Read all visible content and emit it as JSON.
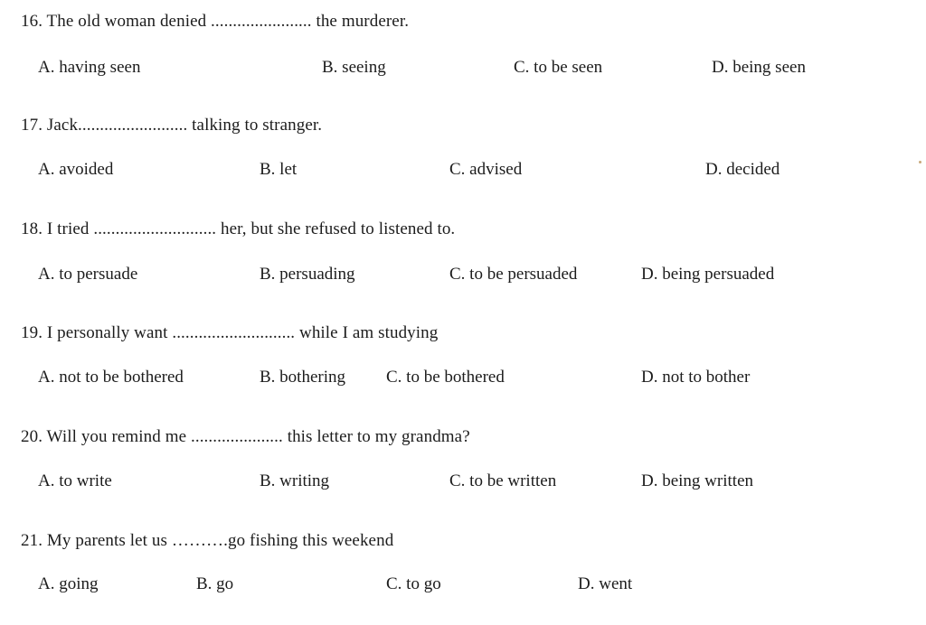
{
  "questions": [
    {
      "stem": "16. The old woman denied ....................... the murderer.",
      "options": [
        "A. having seen",
        "B. seeing",
        "C. to be seen",
        "D. being seen"
      ]
    },
    {
      "stem": "17. Jack......................... talking to stranger.",
      "options": [
        "A. avoided",
        "B. let",
        "C. advised",
        "D. decided"
      ]
    },
    {
      "stem": "18. I tried ............................ her, but she refused to listened to.",
      "options": [
        "A. to persuade",
        "B. persuading",
        "C. to be persuaded",
        "D. being persuaded"
      ]
    },
    {
      "stem": "19. I personally want ............................ while I am studying",
      "options": [
        "A. not to be bothered",
        "B. bothering",
        "C. to be bothered",
        "D. not to bother"
      ]
    },
    {
      "stem": "20. Will you remind me ..................... this letter to my grandma?",
      "options": [
        "A. to write",
        "B. writing",
        "C. to be written",
        "D. being written"
      ]
    },
    {
      "stem": "21. My parents let us ……….go fishing this weekend",
      "options": [
        "A. going",
        "B. go",
        "C. to go",
        "D. went"
      ]
    }
  ]
}
